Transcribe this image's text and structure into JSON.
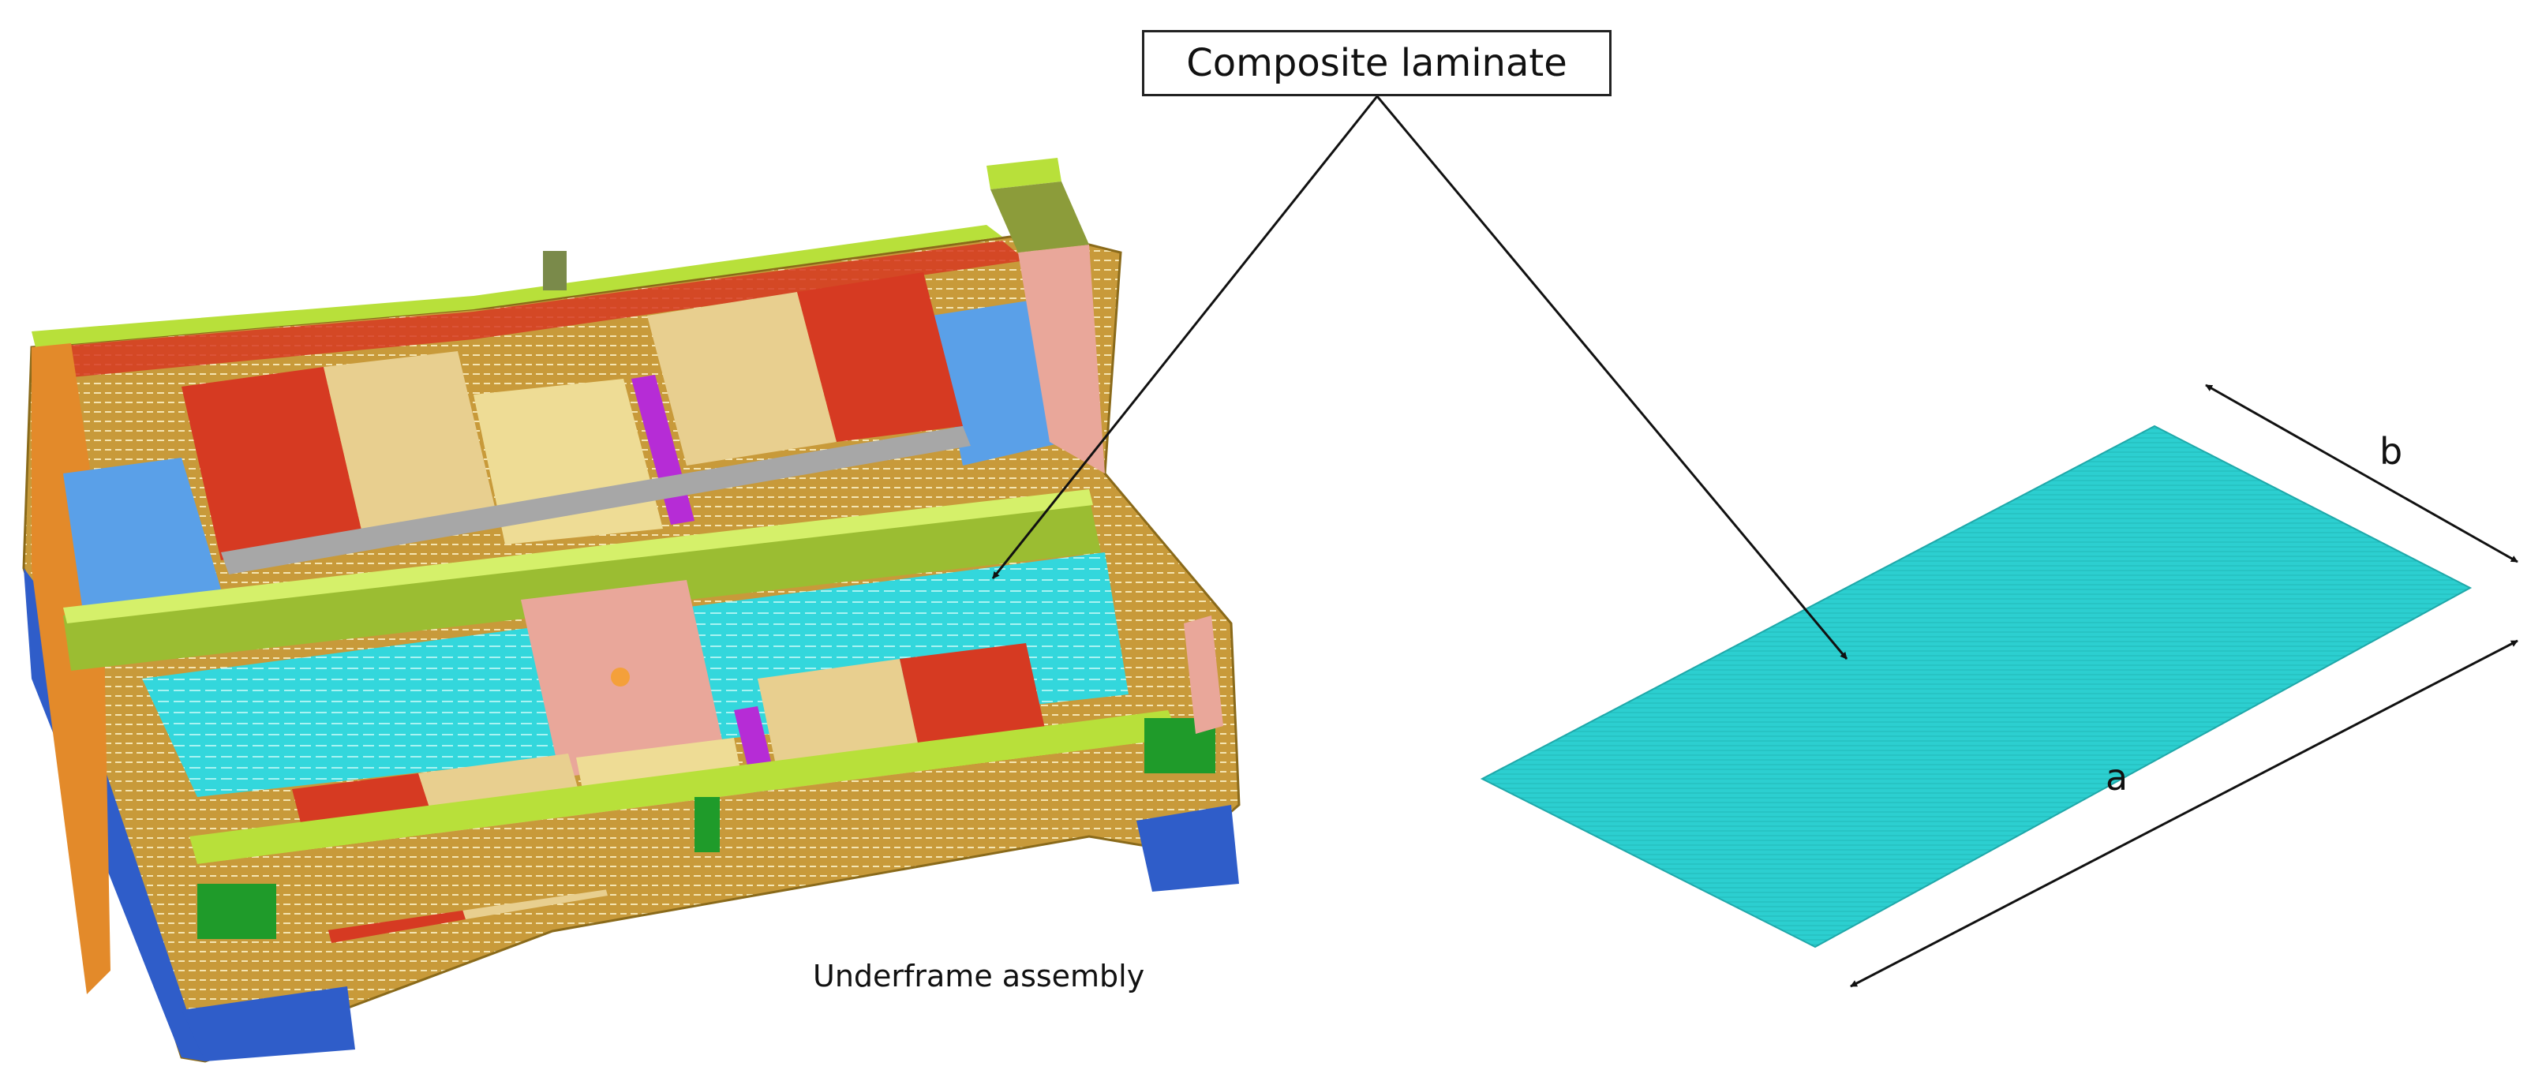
{
  "labels": {
    "callout": "Composite laminate",
    "underframe_caption": "Underframe assembly",
    "dim_a": "a",
    "dim_b": "b"
  },
  "colors": {
    "red": "#d63a22",
    "tan": "#e8cf8f",
    "cyan": "#33d7dc",
    "plate_cyan": "#2ccfd0",
    "green": "#1f9b2a",
    "lime": "#b8e03a",
    "orange": "#e38a2a",
    "blue": "#2f5dc9",
    "light_blue": "#5aa0e8",
    "magenta": "#b62cd6",
    "pink": "#e9a79a",
    "olive": "#8c9c3a"
  }
}
